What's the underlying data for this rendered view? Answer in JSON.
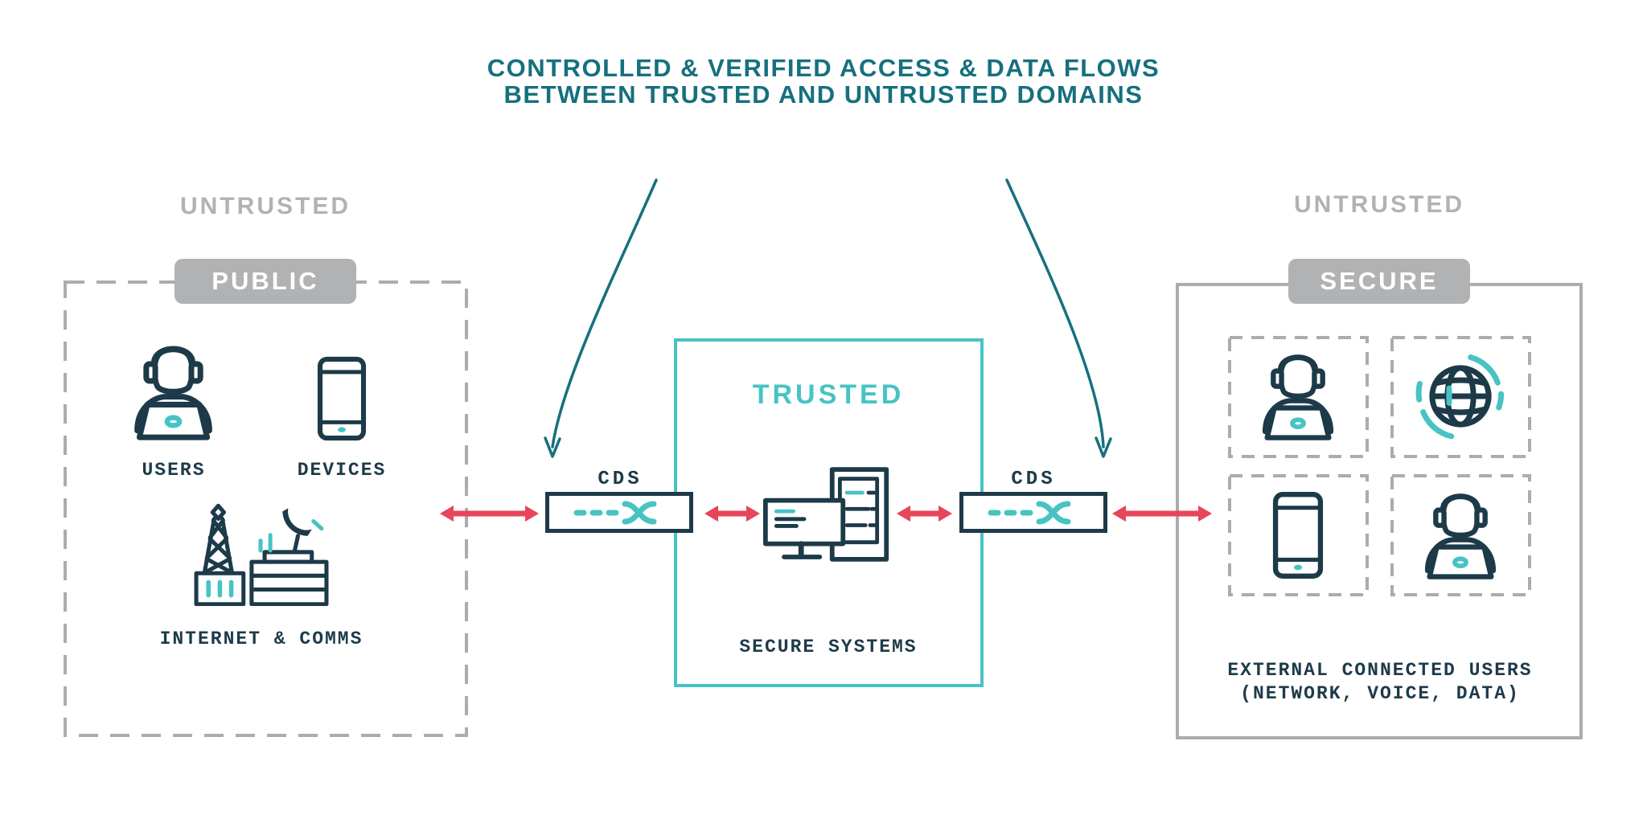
{
  "title": {
    "line1": "CONTROLLED & VERIFIED ACCESS & DATA FLOWS",
    "line2": "BETWEEN TRUSTED AND UNTRUSTED DOMAINS"
  },
  "left_domain": {
    "zone_label": "UNTRUSTED",
    "badge_label": "PUBLIC",
    "items": [
      {
        "label": "USERS",
        "icon": "user-headset-laptop-icon"
      },
      {
        "label": "DEVICES",
        "icon": "tablet-icon"
      },
      {
        "label": "INTERNET & COMMS",
        "icon": "comms-infrastructure-icon"
      }
    ]
  },
  "trusted_domain": {
    "zone_label": "TRUSTED",
    "caption": "SECURE SYSTEMS",
    "icon": "workstation-server-icon"
  },
  "cds": {
    "left_label": "CDS",
    "right_label": "CDS"
  },
  "right_domain": {
    "zone_label": "UNTRUSTED",
    "badge_label": "SECURE",
    "tiles": [
      {
        "icon": "user-headset-laptop-icon"
      },
      {
        "icon": "globe-icon"
      },
      {
        "icon": "tablet-icon"
      },
      {
        "icon": "user-headset-laptop-icon"
      }
    ],
    "caption_line1": "EXTERNAL CONNECTED USERS",
    "caption_line2": "(NETWORK, VOICE, DATA)"
  },
  "colors": {
    "navy": "#1d3a49",
    "teal": "#47c3c4",
    "teal_dark": "#16707e",
    "red": "#e8455a",
    "gray_border": "#abacae",
    "gray_text": "#b1b2b4",
    "background": "#ffffff"
  }
}
